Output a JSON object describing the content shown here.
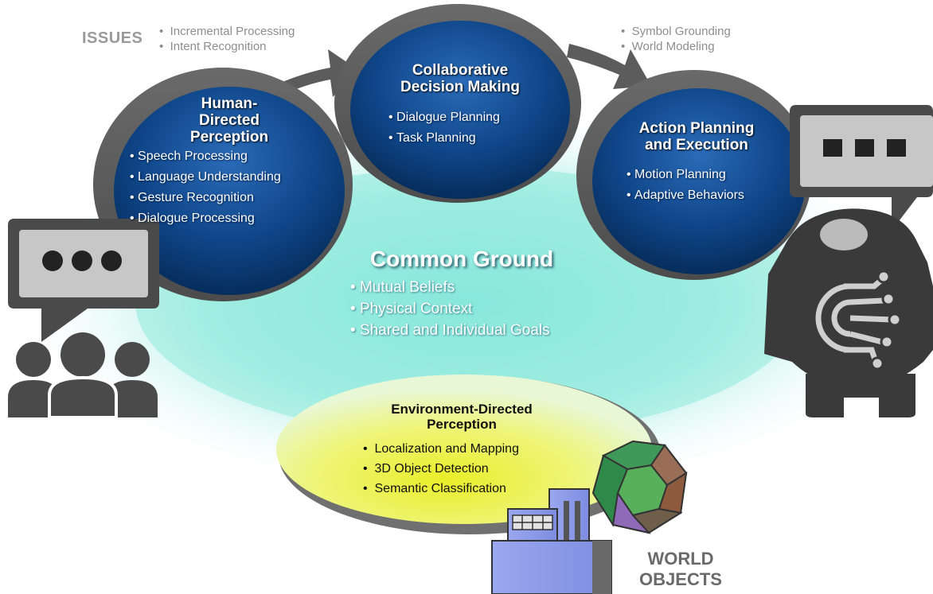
{
  "issues": {
    "label": "ISSUES",
    "left": [
      "Incremental Processing",
      "Intent Recognition"
    ],
    "right": [
      "Symbol Grounding",
      "World Modeling"
    ]
  },
  "human_perception": {
    "title_lines": [
      "Human-",
      "Directed",
      "Perception"
    ],
    "items": [
      "Speech Processing",
      "Language Understanding",
      "Gesture Recognition",
      "Dialogue Processing"
    ]
  },
  "decision": {
    "title_lines": [
      "Collaborative",
      "Decision Making"
    ],
    "items": [
      "Dialogue Planning",
      "Task Planning"
    ]
  },
  "action": {
    "title_lines": [
      "Action Planning",
      "and Execution"
    ],
    "items": [
      "Motion Planning",
      "Adaptive Behaviors"
    ]
  },
  "common_ground": {
    "title": "Common Ground",
    "items": [
      "Mutual Beliefs",
      "Physical Context",
      "Shared and Individual Goals"
    ]
  },
  "environment": {
    "title_lines": [
      "Environment-Directed",
      "Perception"
    ],
    "items": [
      "Localization and Mapping",
      "3D Object Detection",
      "Semantic Classification"
    ]
  },
  "world_objects": [
    "WORLD",
    "OBJECTS"
  ],
  "icons": {
    "human_bubble": "speech-bubble-dots-icon",
    "people": "people-group-icon",
    "robot_bubble": "speech-bubble-squares-icon",
    "robot": "robot-gear-icon",
    "building": "building-icon",
    "polyhedron": "dodecahedron-icon"
  },
  "colors": {
    "circle_blue": "#0a3f7e",
    "cloud_cyan": "#7fe6d8",
    "env_yellow": "#e6ec2c",
    "icon_gray": "#4a4a4a",
    "arrow_gray": "#5a5a5a"
  }
}
